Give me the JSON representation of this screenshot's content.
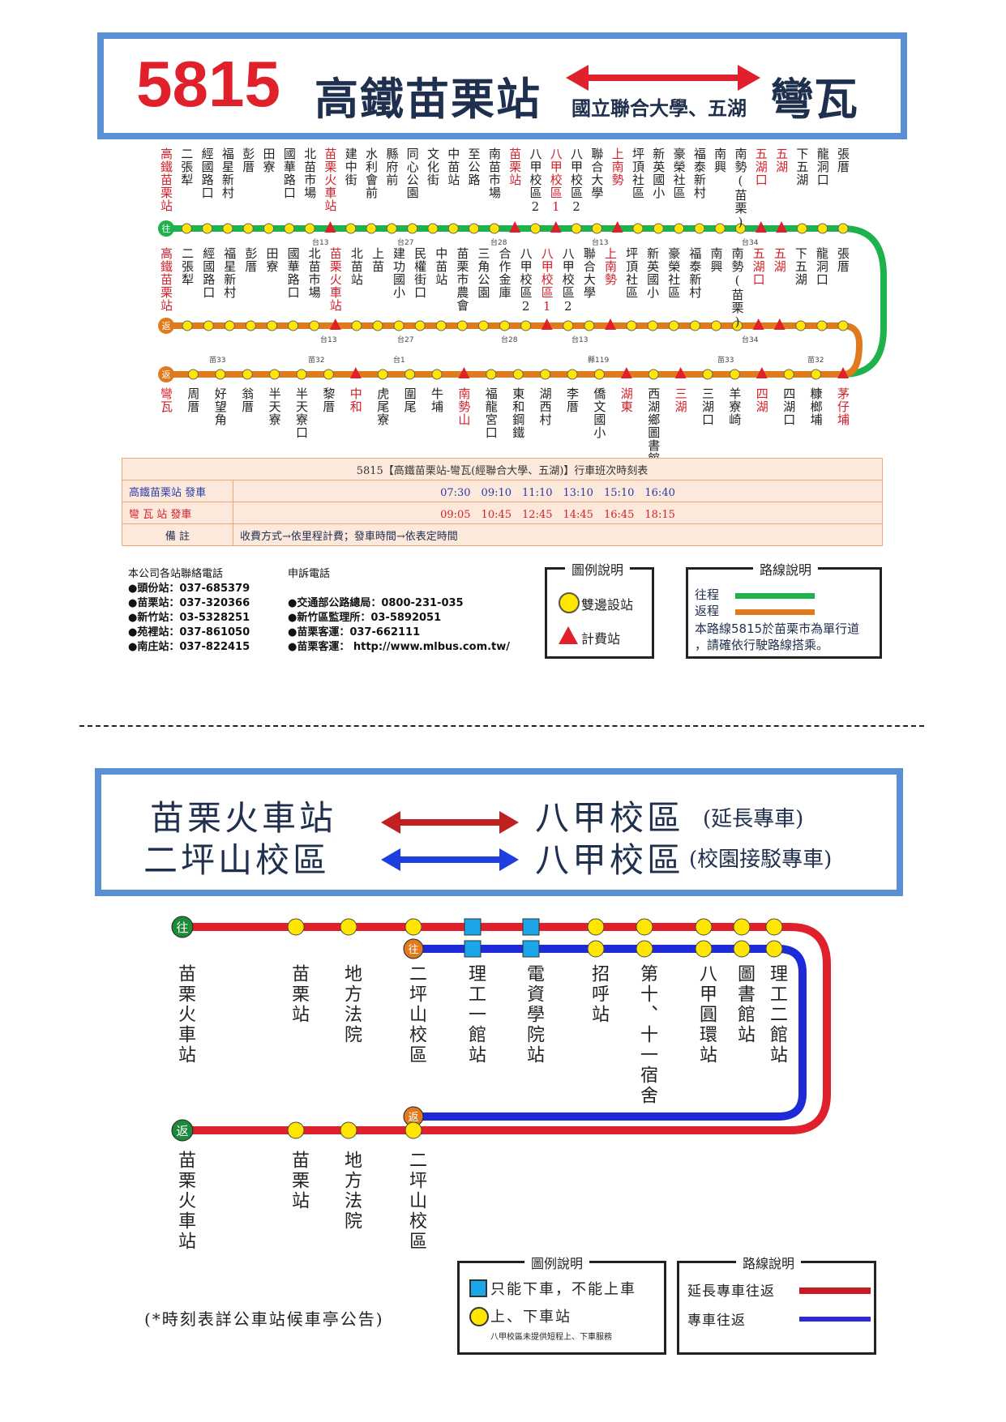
{
  "top_header": {
    "route_no": "5815",
    "origin": "高鐵苗栗站",
    "via": "國立聯合大學、五湖",
    "destination": "彎瓦"
  },
  "route_labels": {
    "outbound_tag": "往",
    "return_tag": "返",
    "return_tag2": "返"
  },
  "outbound_stops": [
    {
      "name": "高鐵苗栗站",
      "red": true
    },
    {
      "name": "二張犁"
    },
    {
      "name": "經國路口"
    },
    {
      "name": "福星新村"
    },
    {
      "name": "彭厝"
    },
    {
      "name": "田寮"
    },
    {
      "name": "國華路口"
    },
    {
      "name": "北苗市場"
    },
    {
      "name": "苗栗火車站",
      "red": true
    },
    {
      "name": "建中街"
    },
    {
      "name": "水利會前"
    },
    {
      "name": "縣府前"
    },
    {
      "name": "同心公園"
    },
    {
      "name": "文化街"
    },
    {
      "name": "中苗站"
    },
    {
      "name": "至公路"
    },
    {
      "name": "南苗市場"
    },
    {
      "name": "苗栗站",
      "red": true
    },
    {
      "name": "八甲校區2"
    },
    {
      "name": "八甲校區1",
      "red": true
    },
    {
      "name": "八甲校區2"
    },
    {
      "name": "聯合大學"
    },
    {
      "name": "上南勢",
      "red": true
    },
    {
      "name": "坪頂社區"
    },
    {
      "name": "新英國小"
    },
    {
      "name": "豪榮社區"
    },
    {
      "name": "福泰新村"
    },
    {
      "name": "南興"
    },
    {
      "name": "南勢(苗栗)"
    },
    {
      "name": "五湖口",
      "red": true
    },
    {
      "name": "五湖",
      "red": true
    },
    {
      "name": "下五湖"
    },
    {
      "name": "龍洞口"
    },
    {
      "name": "張厝"
    }
  ],
  "return_stops": [
    {
      "name": "高鐵苗栗站",
      "red": true
    },
    {
      "name": "二張犁"
    },
    {
      "name": "經國路口"
    },
    {
      "name": "福星新村"
    },
    {
      "name": "彭厝"
    },
    {
      "name": "田寮"
    },
    {
      "name": "國華路口"
    },
    {
      "name": "北苗市場"
    },
    {
      "name": "苗栗火車站",
      "red": true
    },
    {
      "name": "北苗站"
    },
    {
      "name": "上苗"
    },
    {
      "name": "建功國小"
    },
    {
      "name": "民權街口"
    },
    {
      "name": "中苗站"
    },
    {
      "name": "苗栗市農會"
    },
    {
      "name": "三角公園"
    },
    {
      "name": "合作金庫"
    },
    {
      "name": "八甲校區2"
    },
    {
      "name": "八甲校區1",
      "red": true
    },
    {
      "name": "八甲校區2"
    },
    {
      "name": "聯合大學"
    },
    {
      "name": "上南勢",
      "red": true
    },
    {
      "name": "坪頂社區"
    },
    {
      "name": "新英國小"
    },
    {
      "name": "豪榮社區"
    },
    {
      "name": "福泰新村"
    },
    {
      "name": "南興"
    },
    {
      "name": "南勢(苗栗)"
    },
    {
      "name": "五湖口",
      "red": true
    },
    {
      "name": "五湖",
      "red": true
    },
    {
      "name": "下五湖"
    },
    {
      "name": "龍洞口"
    },
    {
      "name": "張厝"
    }
  ],
  "bottom_stops": [
    {
      "name": "彎瓦",
      "red": true
    },
    {
      "name": "周厝"
    },
    {
      "name": "好望角"
    },
    {
      "name": "翁厝"
    },
    {
      "name": "半天寮"
    },
    {
      "name": "半天寮口"
    },
    {
      "name": "黎厝"
    },
    {
      "name": "中和",
      "red": true
    },
    {
      "name": "虎尾寮"
    },
    {
      "name": "圍尾"
    },
    {
      "name": "牛埔"
    },
    {
      "name": "南勢山",
      "red": true
    },
    {
      "name": "福龍宮口"
    },
    {
      "name": "東和鋼鐵"
    },
    {
      "name": "湖西村"
    },
    {
      "name": "李厝"
    },
    {
      "name": "僑文國小"
    },
    {
      "name": "湖東",
      "red": true
    },
    {
      "name": "西湖鄉圖書館"
    },
    {
      "name": "三湖",
      "red": true
    },
    {
      "name": "三湖口"
    },
    {
      "name": "羊寮崎"
    },
    {
      "name": "四湖",
      "red": true
    },
    {
      "name": "四湖口"
    },
    {
      "name": "糠榔埔"
    },
    {
      "name": "茅仔埔",
      "red": true
    }
  ],
  "road_tags": {
    "row1": [
      "台13",
      "台27",
      "台28",
      "台13",
      "台34"
    ],
    "row2": [
      "台13",
      "台27",
      "台28",
      "台13",
      "台34"
    ],
    "row3": [
      "苗33",
      "苗32",
      "台1",
      "縣119",
      "苗33",
      "苗32"
    ]
  },
  "schedule": {
    "title": "5815【高鐵苗栗站-彎瓦(經聯合大學、五湖)】行車班次時刻表",
    "rows": [
      {
        "label": "高鐵苗栗站 發車",
        "value": "07:30　09:10　11:10　13:10　15:10　16:40"
      },
      {
        "label": "彎 瓦 站 發車",
        "value": "09:05　10:45　12:45　14:45　16:45　18:15"
      },
      {
        "label": "備 註",
        "value": "收費方式→依里程計費；發車時間→依表定時間"
      }
    ]
  },
  "contacts": {
    "heading": "本公司各站聯絡電話",
    "items": [
      "●頭份站：037-685379",
      "●苗栗站：037-320366",
      "●新竹站：03-5328251",
      "●苑裡站：037-861050",
      "●南庄站：037-822415"
    ]
  },
  "complaints": {
    "heading": "申訴電話",
    "items": [
      "●交通部公路總局：0800-231-035",
      "●新竹區監理所：03-5892051",
      "●苗栗客運：037-662111",
      "●苗栗客運： http://www.mlbus.com.tw/"
    ]
  },
  "legend1": {
    "title": "圖例說明",
    "stop": "雙邊設站",
    "fare": "計費站"
  },
  "route_legend1": {
    "title": "路線說明",
    "outbound": "往程",
    "return": "返程",
    "note1": "本路線5815於苗栗市為單行道",
    "note2": "，請確依行駛路線搭乘。",
    "outbound_color": "#1db24b",
    "return_color": "#e07a1f"
  },
  "divider": "dashed",
  "bottom_header": {
    "line1_left": "苗栗火車站",
    "line1_right": "八甲校區",
    "line1_note": "(延長專車)",
    "line2_left": "二坪山校區",
    "line2_right": "八甲校區",
    "line2_note": "(校園接駁專車)"
  },
  "shuttle_top_stops": [
    "苗栗火車站",
    "苗栗站",
    "地方法院",
    "二坪山校區",
    "理工一館站",
    "電資學院站",
    "招呼站",
    "第十、十一宿舍",
    "八甲圓環站",
    "圖書館站",
    "理工二館站"
  ],
  "shuttle_return_stops": [
    "苗栗火車站",
    "苗栗站",
    "地方法院",
    "二坪山校區"
  ],
  "legend2": {
    "title": "圖例說明",
    "dropoff": "只能下車，不能上車",
    "stop": "上、下車站",
    "note": "八甲校區未提供短程上、下車服務"
  },
  "route_legend2": {
    "title": "路線說明",
    "red_line": "延長專車往返",
    "blue_line": "專車往返",
    "red_color": "#e0202a",
    "blue_color": "#2a2ad8"
  },
  "footnote": "(*時刻表詳公車站候車亭公告)"
}
